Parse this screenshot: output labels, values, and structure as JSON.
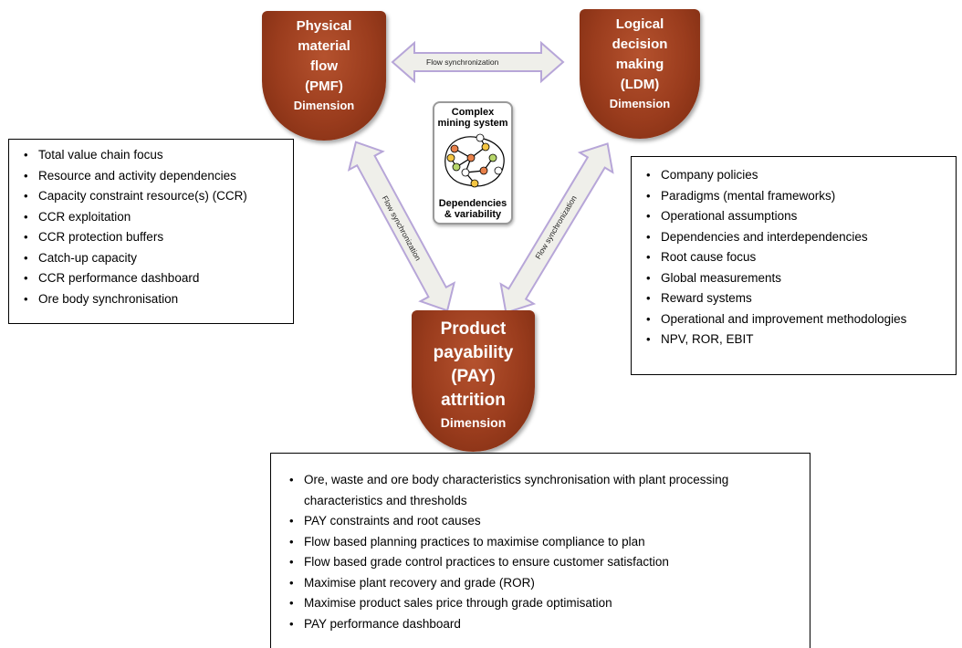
{
  "dimensions": {
    "pmf": {
      "title": [
        "Physical",
        "material",
        "flow",
        "(PMF)"
      ],
      "subtitle": "Dimension"
    },
    "ldm": {
      "title": [
        "Logical",
        "decision",
        "making",
        "(LDM)"
      ],
      "subtitle": "Dimension"
    },
    "pay": {
      "title": [
        "Product",
        "payability",
        "(PAY)",
        "attrition"
      ],
      "subtitle": "Dimension"
    }
  },
  "center": {
    "title": [
      "Complex",
      "mining system"
    ],
    "caption": [
      "Dependencies",
      "& variability"
    ],
    "node_colors": [
      "#f4c542",
      "#e8804a",
      "#b7d66a",
      "#ffffff"
    ]
  },
  "connectors": {
    "top_label": "Flow synchronization",
    "left_label": "Flow synchronization",
    "right_label": "Flow synchronization",
    "arrow_color": "#efefea",
    "arrow_outline": "#b7a6d8"
  },
  "colors": {
    "shield": "#9a3c1d"
  },
  "pmf_list": [
    "Total value chain focus",
    "Resource and activity dependencies",
    "Capacity constraint resource(s) (CCR)",
    "CCR exploitation",
    "CCR protection buffers",
    "Catch-up capacity",
    "CCR performance dashboard",
    "Ore body synchronisation"
  ],
  "ldm_list": [
    "Company policies",
    "Paradigms (mental frameworks)",
    "Operational assumptions",
    "Dependencies and interdependencies",
    "Root cause focus",
    "Global measurements",
    "Reward systems",
    "Operational and improvement methodologies",
    "NPV, ROR, EBIT"
  ],
  "pay_list": [
    "Ore, waste and ore body characteristics synchronisation with plant processing characteristics and thresholds",
    "PAY constraints and root causes",
    "Flow based planning practices to maximise compliance to plan",
    "Flow based grade control practices to ensure customer satisfaction",
    "Maximise plant recovery and grade (ROR)",
    "Maximise product sales price through grade optimisation",
    "PAY performance dashboard"
  ]
}
